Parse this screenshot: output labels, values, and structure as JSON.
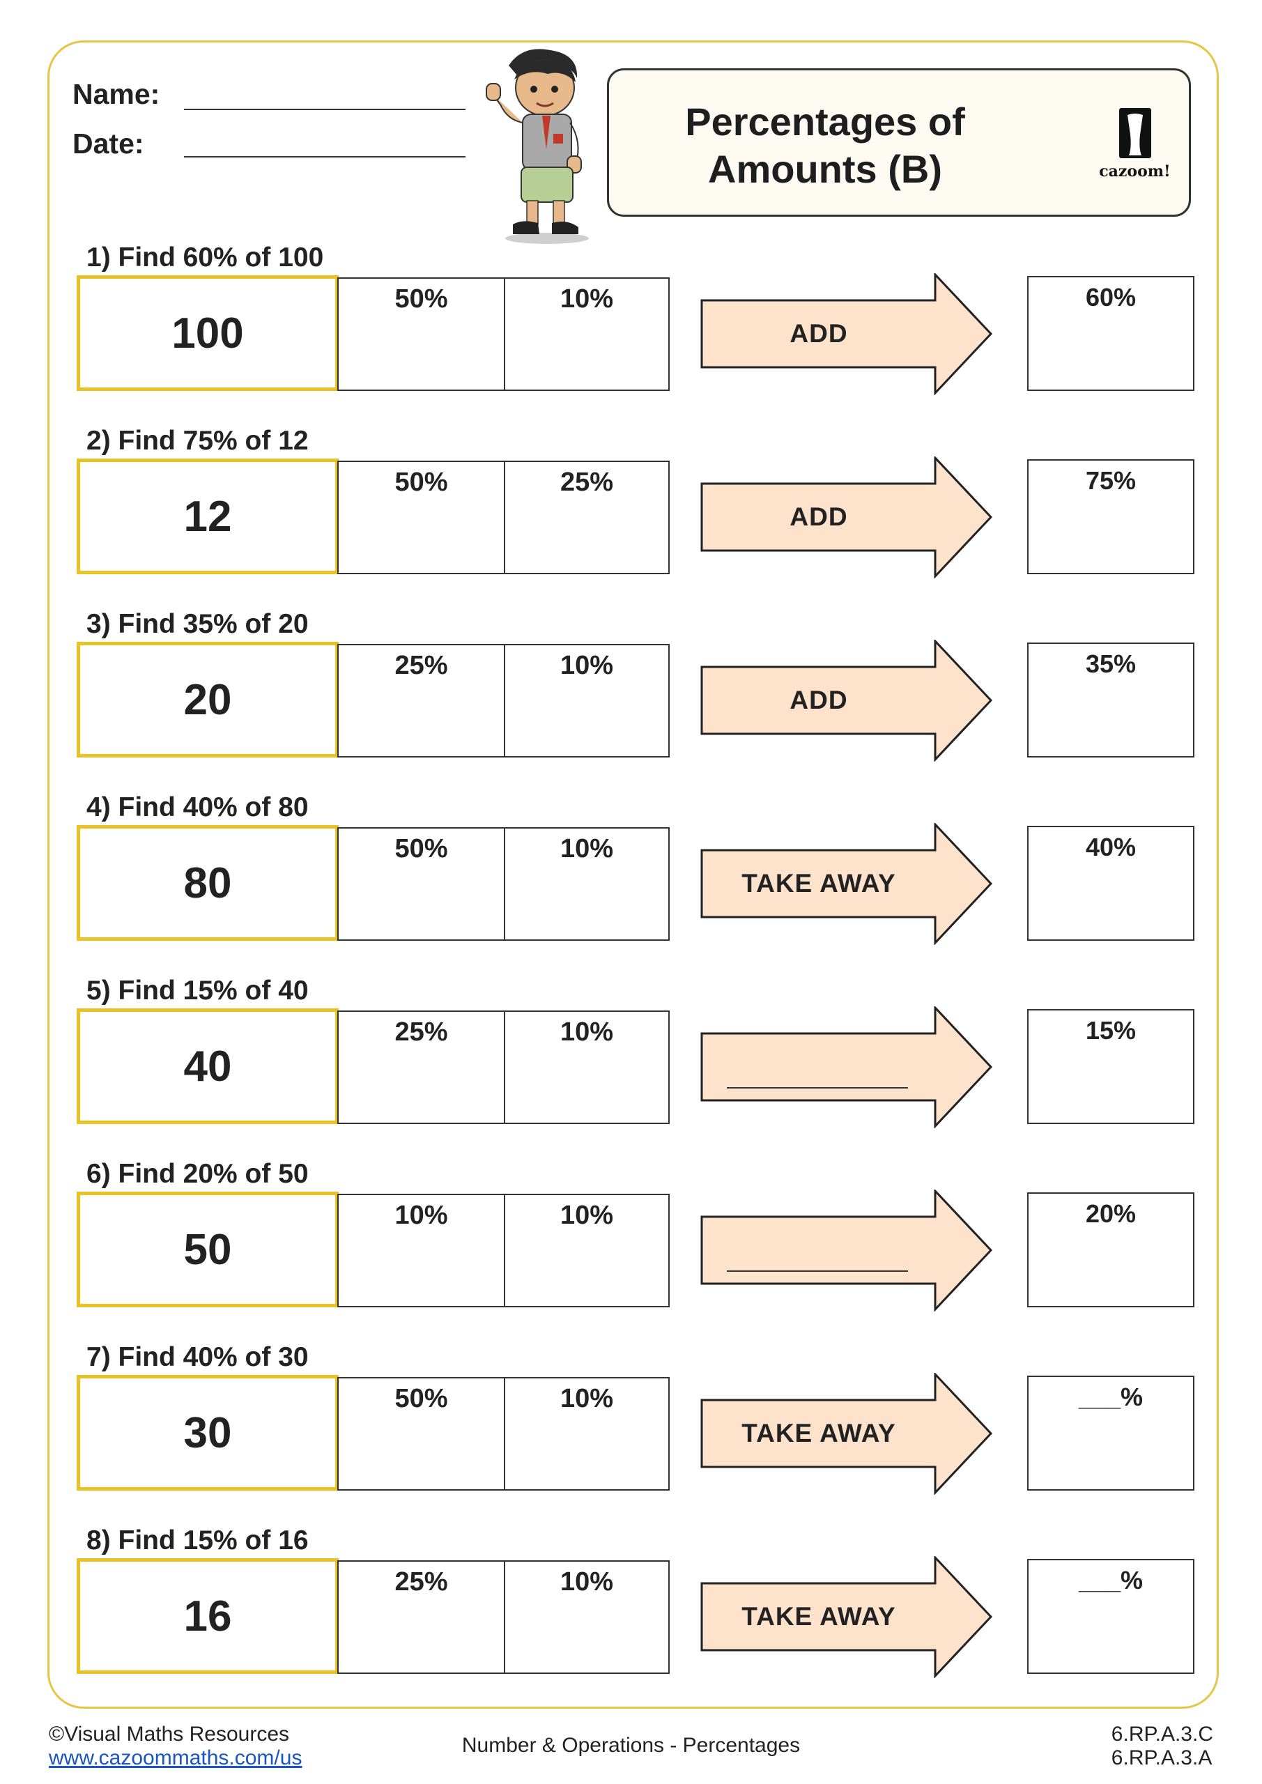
{
  "header": {
    "name_label": "Name:",
    "date_label": "Date:",
    "title_line1": "Percentages of",
    "title_line2": "Amounts (B)",
    "logo_text": "cazoom!"
  },
  "questions": [
    {
      "label": "1) Find 60% of 100",
      "amount": "100",
      "cell1": "50%",
      "cell2": "10%",
      "operation": "ADD",
      "result": "60%"
    },
    {
      "label": "2) Find 75% of 12",
      "amount": "12",
      "cell1": "50%",
      "cell2": "25%",
      "operation": "ADD",
      "result": "75%"
    },
    {
      "label": "3) Find 35% of 20",
      "amount": "20",
      "cell1": "25%",
      "cell2": "10%",
      "operation": "ADD",
      "result": "35%"
    },
    {
      "label": "4) Find 40% of 80",
      "amount": "80",
      "cell1": "50%",
      "cell2": "10%",
      "operation": "TAKE AWAY",
      "result": "40%"
    },
    {
      "label": "5) Find 15% of 40",
      "amount": "40",
      "cell1": "25%",
      "cell2": "10%",
      "operation": "",
      "result": "15%"
    },
    {
      "label": "6) Find 20% of 50",
      "amount": "50",
      "cell1": "10%",
      "cell2": "10%",
      "operation": "",
      "result": "20%"
    },
    {
      "label": "7) Find 40% of 30",
      "amount": "30",
      "cell1": "50%",
      "cell2": "10%",
      "operation": "TAKE AWAY",
      "result": "___%"
    },
    {
      "label": "8) Find 15% of 16",
      "amount": "16",
      "cell1": "25%",
      "cell2": "10%",
      "operation": "TAKE AWAY",
      "result": "___%"
    }
  ],
  "footer": {
    "copyright": "©Visual Maths Resources",
    "website": "www.cazoommaths.com/us",
    "topic": "Number & Operations - Percentages",
    "standard1": "6.RP.A.3.C",
    "standard2": "6.RP.A.3.A"
  },
  "colors": {
    "frame": "#e8c547",
    "amount_border": "#e9c227",
    "arrow_fill": "#fde2cc",
    "link": "#1a55c4"
  },
  "icons": [
    "cartoon-boy-icon",
    "cazoom-logo-icon",
    "arrow-icon"
  ]
}
